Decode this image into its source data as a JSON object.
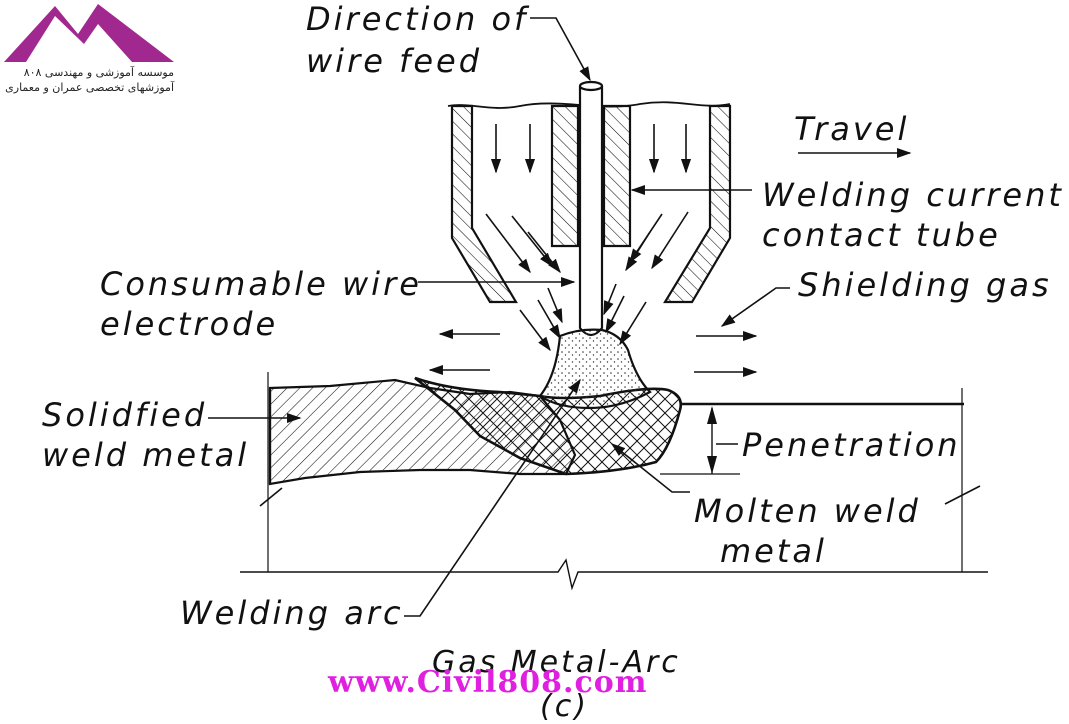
{
  "diagram": {
    "labels": {
      "wire_feed_1": "Direction of",
      "wire_feed_2": "wire feed",
      "travel": "Travel",
      "contact_tube_1": "Welding current",
      "contact_tube_2": "contact tube",
      "wire_electrode_1": "Consumable wire",
      "wire_electrode_2": "electrode",
      "shielding_gas": "Shielding gas",
      "solidified_1": "Solidfied",
      "solidified_2": "weld metal",
      "penetration": "Penetration",
      "molten_1": "Molten weld",
      "molten_2": "metal",
      "arc": "Welding arc",
      "caption": "Gas Metal-Arc",
      "sub_caption": "(c)"
    },
    "colors": {
      "line": "#111111",
      "logo": "#a0288f",
      "watermark": "#e020e0"
    }
  },
  "logo": {
    "line1": "موسسه آموزشی و مهندسی ۸۰۸",
    "line2": "آموزشهای تخصصی عمران و معماری"
  },
  "watermark": {
    "text": "www.Civil808.com"
  }
}
